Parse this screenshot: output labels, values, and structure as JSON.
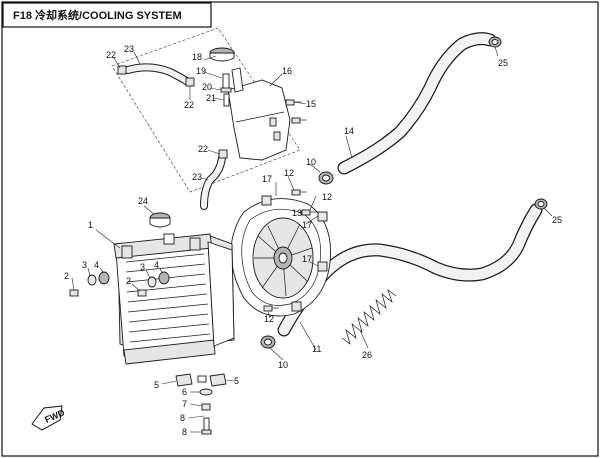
{
  "title": "F18 冷却系统/COOLING SYSTEM",
  "fwd_label": "FWD",
  "callouts": [
    {
      "id": "c1",
      "text": "1"
    },
    {
      "id": "c2a",
      "text": "2"
    },
    {
      "id": "c2b",
      "text": "2"
    },
    {
      "id": "c3a",
      "text": "3"
    },
    {
      "id": "c3b",
      "text": "3"
    },
    {
      "id": "c4a",
      "text": "4"
    },
    {
      "id": "c4b",
      "text": "4"
    },
    {
      "id": "c5a",
      "text": "5"
    },
    {
      "id": "c5b",
      "text": "5"
    },
    {
      "id": "c6",
      "text": "6"
    },
    {
      "id": "c7",
      "text": "7"
    },
    {
      "id": "c8a",
      "text": "8"
    },
    {
      "id": "c8b",
      "text": "8"
    },
    {
      "id": "c10a",
      "text": "10"
    },
    {
      "id": "c10b",
      "text": "10"
    },
    {
      "id": "c11",
      "text": "11"
    },
    {
      "id": "c12a",
      "text": "12"
    },
    {
      "id": "c12b",
      "text": "12"
    },
    {
      "id": "c12c",
      "text": "12"
    },
    {
      "id": "c13",
      "text": "13"
    },
    {
      "id": "c14",
      "text": "14"
    },
    {
      "id": "c15",
      "text": "15"
    },
    {
      "id": "c16",
      "text": "16"
    },
    {
      "id": "c17a",
      "text": "17"
    },
    {
      "id": "c17b",
      "text": "17"
    },
    {
      "id": "c17c",
      "text": "17"
    },
    {
      "id": "c18",
      "text": "18"
    },
    {
      "id": "c19",
      "text": "19"
    },
    {
      "id": "c20",
      "text": "20"
    },
    {
      "id": "c21",
      "text": "21"
    },
    {
      "id": "c22a",
      "text": "22"
    },
    {
      "id": "c22b",
      "text": "22"
    },
    {
      "id": "c22c",
      "text": "22"
    },
    {
      "id": "c23a",
      "text": "23"
    },
    {
      "id": "c23b",
      "text": "23"
    },
    {
      "id": "c24",
      "text": "24"
    },
    {
      "id": "c25a",
      "text": "25"
    },
    {
      "id": "c25b",
      "text": "25"
    },
    {
      "id": "c26",
      "text": "26"
    }
  ]
}
